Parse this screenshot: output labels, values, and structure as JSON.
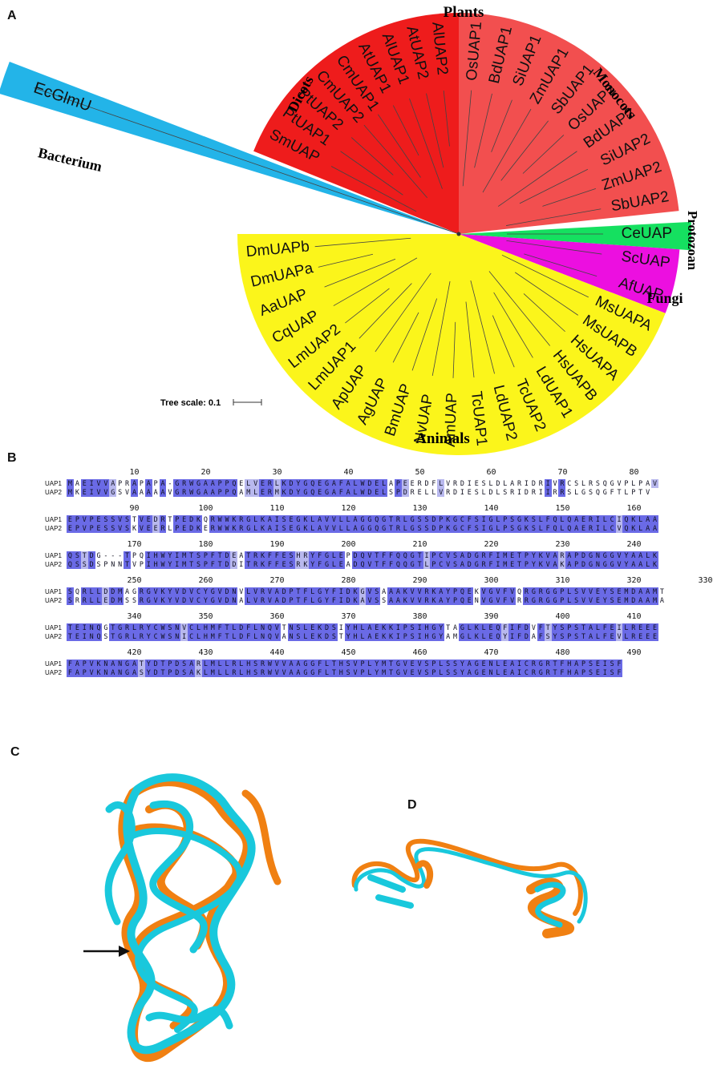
{
  "panels": {
    "a": "A",
    "b": "B",
    "c": "C",
    "d": "D"
  },
  "tree": {
    "groups": {
      "plants": "Plants",
      "dicots": "Dicots",
      "monocots": "Monocots",
      "bacterium": "Bacterium",
      "protozoan": "Protozoan",
      "fungi": "Fungi",
      "animals": "Animals"
    },
    "scale_label": "Tree scale: 0.1",
    "colors": {
      "dicots": "#ee1c1c",
      "monocots": "#f24f4f",
      "bacterium": "#23b4e8",
      "protozoan": "#15e060",
      "fungi": "#ec0fe0",
      "animals": "#fbf51b"
    },
    "leaves": {
      "dicots": [
        "SmUAP",
        "PtUAP1",
        "PtUAP2",
        "CmUAP2",
        "CmUAP1",
        "AtUAP1",
        "AlUAP1",
        "AtUAP2",
        "AlUAP2"
      ],
      "monocots": [
        "OsUAP1",
        "BdUAP1",
        "SiUAP1",
        "ZmUAP1",
        "SbUAP1",
        "OsUAP2",
        "BdUAP2",
        "SiUAP2",
        "ZmUAP2",
        "SbUAP2"
      ],
      "bacterium": [
        "EcGlmU"
      ],
      "protozoan": [
        "CeUAP"
      ],
      "fungi": [
        "ScUAP",
        "AfUAP"
      ],
      "animals": [
        "MsUAPA",
        "MsUAPB",
        "HsUAPA",
        "HsUAPB",
        "LdUAP1",
        "TcUAP2",
        "LdUAP2",
        "TcUAP1",
        "AmUAP",
        "NvUAP",
        "BmUAP",
        "AgUAP",
        "ApUAP",
        "LmUAP1",
        "LmUAP2",
        "CqUAP",
        "AaUAP",
        "DmUAPa",
        "DmUAPb"
      ]
    }
  },
  "alignment": {
    "names": [
      "UAP1",
      "UAP2"
    ],
    "blocks": [
      {
        "ticks": [
          "10",
          "20",
          "30",
          "40",
          "50",
          "60",
          "70",
          "80"
        ],
        "uap1": "MAEIVVAPRAPAPA-GRWGAAPPQELVERLKDYGQEGAFALWDELAPEERDFLVRDIESLDLARIDRIVRCSLRSQGVPLPAV",
        "uap2": "MKEIVVGSVAAAAAVGRWGAAPPQAMLERMKDYGQEGAFALWDELSPDRELLVRDIESLDLSRIDRIIRRSLGSQGFTLPTV"
      },
      {
        "ticks": [
          "90",
          "100",
          "110",
          "120",
          "130",
          "140",
          "150",
          "160"
        ],
        "uap1": "EPVPESSVSTVEDRTPEDKQRWWKRGLKAISEGKLAVVLLAGGQGTRLGSSDPKGCFSIGLPSGKSLFQLQAERILCIQKLAA",
        "uap2": "EPVPESSVSKVEERLPEDKERWWKRGLKAISEGKLAVVLLAGGQGTRLGSSDPKGCFSIGLPSGKSLFQLQAERILCVQKLAA"
      },
      {
        "ticks": [
          "170",
          "180",
          "190",
          "200",
          "210",
          "220",
          "230",
          "240"
        ],
        "uap1": "QSTDG---TPQIHWYIMTSPFTDEATRKFFESHRYFGLEPDQVTFFQQGTIPCVSADGRFIMETPYKVARAPDGNGGVYAALK",
        "uap2": "QSSDSPNNTVPIHWYIMTSPFTDDITRKFFESRKYFGLEADQVTFFQQGTLPCVSADGRFIMETPYKVAKAPDGNGGVYAALK"
      },
      {
        "ticks": [
          "250",
          "260",
          "270",
          "280",
          "290",
          "300",
          "310",
          "320",
          "330"
        ],
        "uap1": "SQRLLDDMAGRGVKYVDVCYGVDNVLVRVADPTFLGYFIDKGVSAAAKVVRKAYPQEKVGVFVQRGRGGPLSVVEYSEMDAAMT",
        "uap2": "SRRLLEDMSSRGVKYVDVCYGVDNALVRVADPTFLGYFIDKAVSSAAKVVRKAYPQENVGVFVRRGRGGPLSVVEYSEMDAAMA"
      },
      {
        "ticks": [
          "340",
          "350",
          "360",
          "370",
          "380",
          "390",
          "400",
          "410"
        ],
        "uap1": "TEINQGTGRLRYCWSNVCLHMFTLDFLNQVTNSLEKDSIYHLAEKKIPSIHGYTAGLKLEQFIFDVFTYSPSTALFEILREEE",
        "uap2": "TEINQSTGRLRYCWSNICLHMFTLDFLNQVANSLEKDSTYHLAEKKIPSIHGYAMGLKLEQYIFDAFSYSPSTALFEVLREEE"
      },
      {
        "ticks": [
          "420",
          "430",
          "440",
          "450",
          "460",
          "470",
          "480",
          "490"
        ],
        "uap1": "FAPVKNANGATYDTPDSARLMLLRLHSRWVVAAGGFLTHSVPLYMTGVEVSPLSSYAGENLEAICRGRTFHAPSEISF",
        "uap2": "FAPVKNANGASYDTPDSAKLMLLRLHSRWVVAAGGFLTHSVPLYMTGVEVSPLSSYAGENLEAICRGRTFHAPSEISF"
      }
    ]
  },
  "structure_colors": {
    "uap1": "#f08012",
    "uap2": "#19c8dc"
  }
}
